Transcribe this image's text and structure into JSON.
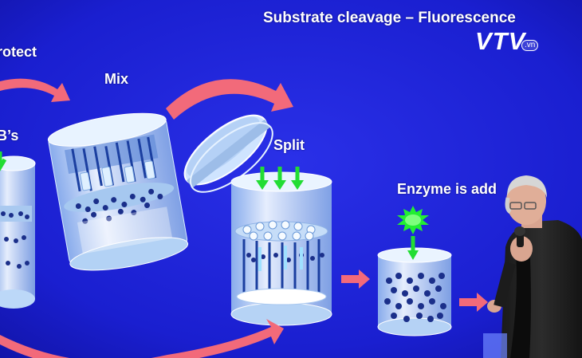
{
  "slide": {
    "title": "Substrate cleavage – Fluorescence",
    "labels": {
      "protect": "rotect",
      "mix": "Mix",
      "bs": "B’s",
      "split": "Split",
      "enzyme": "Enzyme is add"
    }
  },
  "logo": {
    "main": "VTV",
    "sub": ".vn"
  },
  "colors": {
    "background": "#1a1fd6",
    "arrow_red": "#f26a7a",
    "arrow_green": "#22dd33",
    "cylinder": "#cfe6ff",
    "bead": "#1b2f8a"
  }
}
